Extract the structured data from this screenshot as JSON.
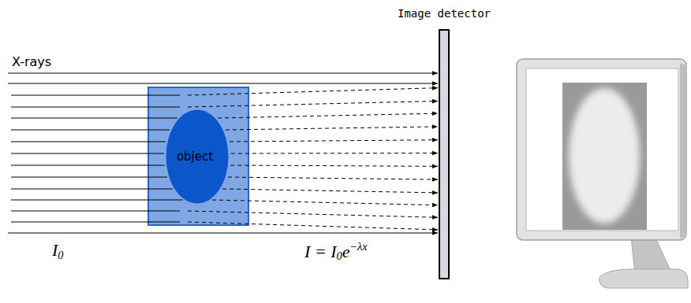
{
  "diagram": {
    "nodes": [
      {
        "text": [
          "object"
        ]
      },
      {
        "text": [
          "Image detector"
        ]
      }
    ],
    "labels": [
      "X-rays",
      "I0",
      "I = I0e−λx"
    ]
  }
}
